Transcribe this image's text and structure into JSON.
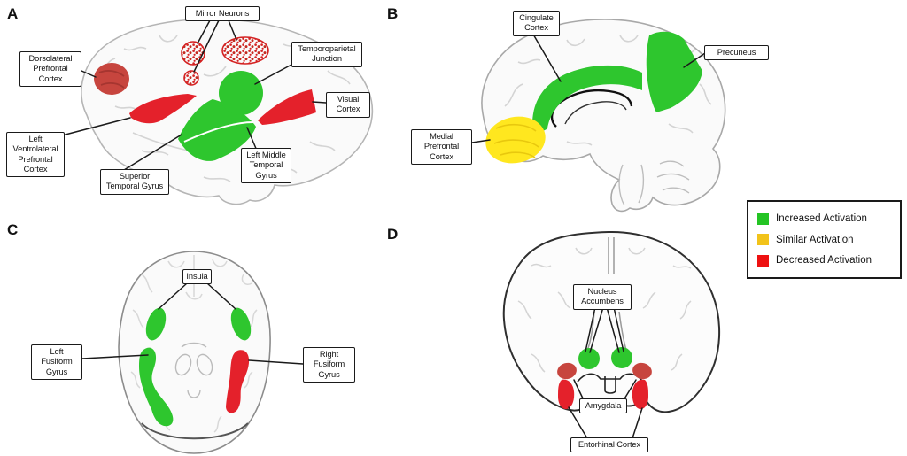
{
  "panelA": {
    "letter": "A",
    "labels": {
      "mirror_neurons": "Mirror Neurons",
      "dlpfc": "Dorsolateral\nPrefrontal\nCortex",
      "tpj": "Temporoparietal\nJunction",
      "visual_cortex": "Visual\nCortex",
      "vlpfc": "Left\nVentrolateral\nPrefrontal\nCortex",
      "stg": "Superior\nTemporal Gyrus",
      "lmtg": "Left Middle\nTemporal\nGyrus"
    }
  },
  "panelB": {
    "letter": "B",
    "labels": {
      "cingulate": "Cingulate\nCortex",
      "precuneus": "Precuneus",
      "mpfc": "Medial\nPrefrontal\nCortex"
    }
  },
  "panelC": {
    "letter": "C",
    "labels": {
      "insula": "Insula",
      "left_fusiform": "Left\nFusiform\nGyrus",
      "right_fusiform": "Right\nFusiform\nGyrus"
    }
  },
  "panelD": {
    "letter": "D",
    "labels": {
      "nucleus_accumbens": "Nucleus\nAccumbens",
      "amygdala": "Amygdala",
      "entorhinal": "Entorhinal Cortex"
    }
  },
  "legend": {
    "items": [
      {
        "label": "Increased Activation",
        "color": "#24c424"
      },
      {
        "label": "Similar Activation",
        "color": "#f2c31a"
      },
      {
        "label": "Decreased Activation",
        "color": "#ee1111"
      }
    ]
  },
  "colors": {
    "increased": "#2ec62e",
    "decreased": "#e4212b",
    "decreased_dark": "#c7453e",
    "similar_region": "#ffe71f",
    "mirror_outline": "#d42222"
  }
}
